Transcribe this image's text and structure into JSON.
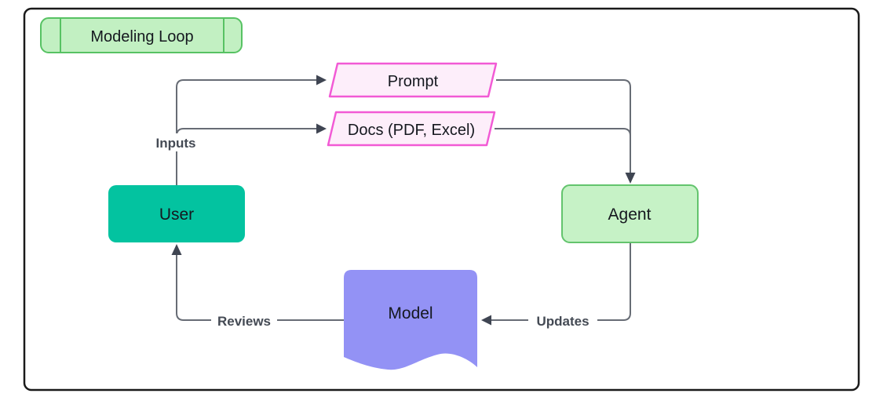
{
  "diagram": {
    "title": {
      "label": "Modeling Loop"
    },
    "nodes": {
      "prompt": {
        "label": "Prompt",
        "shape": "parallelogram"
      },
      "docs": {
        "label": "Docs (PDF, Excel)",
        "shape": "parallelogram"
      },
      "user": {
        "label": "User",
        "shape": "rounded-rect"
      },
      "agent": {
        "label": "Agent",
        "shape": "rounded-rect"
      },
      "model": {
        "label": "Model",
        "shape": "document"
      }
    },
    "edges": {
      "inputs": {
        "label": "Inputs",
        "from": "User",
        "to": "Prompt, Docs (PDF, Excel)"
      },
      "prompt_to_agent": {
        "label": "",
        "from": "Prompt",
        "to": "Agent"
      },
      "docs_to_agent": {
        "label": "",
        "from": "Docs (PDF, Excel)",
        "to": "Agent"
      },
      "updates": {
        "label": "Updates",
        "from": "Agent",
        "to": "Model"
      },
      "reviews": {
        "label": "Reviews",
        "from": "Model",
        "to": "User"
      }
    },
    "colors": {
      "title_fill": "#c2f0c2",
      "title_stroke": "#57c263",
      "io_fill": "#fdeefa",
      "io_stroke": "#f25ad5",
      "user_fill": "#03c3a0",
      "agent_fill": "#c6f2c6",
      "agent_stroke": "#63c46d",
      "model_fill": "#9392f5",
      "edge_line": "#676c75",
      "arrowhead": "#3f4552",
      "node_text": "#15181f",
      "edge_label_text": "#444a54",
      "frame_stroke": "#1a1a1a"
    }
  }
}
